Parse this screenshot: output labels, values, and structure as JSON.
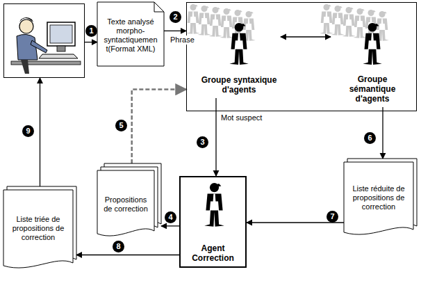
{
  "diagram": {
    "nodes": [
      {
        "text": []
      },
      {
        "text": [
          "Texte analysé morpho- syntactiquemen t(Format XML)"
        ]
      },
      {
        "text": []
      },
      {
        "text": [
          "Groupe syntaxique d'agents"
        ],
        "in": 2
      },
      {
        "text": [
          "Groupe sémantique d'agents"
        ],
        "in": 2
      },
      {
        "text": [
          "Propositions de correction"
        ]
      },
      {
        "text": [
          "Agent Correction"
        ]
      },
      {
        "text": [
          "Liste réduite de propositions de correction"
        ]
      },
      {
        "text": [
          "Liste triée de propositions de correction"
        ]
      }
    ],
    "edges": [
      {
        "from": 0,
        "to": 1,
        "arrow": "to"
      },
      {
        "from": 1,
        "to": 2,
        "label": "Phrase",
        "arrow": "to"
      },
      {
        "from": 3,
        "to": 4,
        "arrow": "both"
      },
      {
        "from": 3,
        "to": 6,
        "label": "Mot suspect",
        "arrow": "to"
      },
      {
        "from": 6,
        "to": 5,
        "arrow": "to"
      },
      {
        "from": 5,
        "to": 2,
        "arrow": "to"
      },
      {
        "from": 4,
        "to": 7,
        "arrow": "to"
      },
      {
        "from": 7,
        "to": 6,
        "arrow": "to"
      },
      {
        "from": 6,
        "to": 8,
        "arrow": "to"
      },
      {
        "from": 8,
        "to": 0,
        "arrow": "to"
      }
    ],
    "labels": [
      "1",
      "2",
      "3",
      "4",
      "5",
      "6",
      "7",
      "8",
      "9"
    ]
  }
}
